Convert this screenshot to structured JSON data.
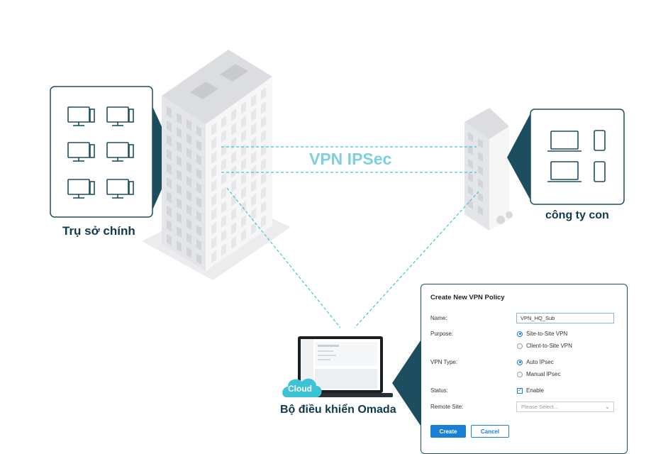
{
  "labels": {
    "headquarters": "Trụ sở chính",
    "branch": "công ty con",
    "controller": "Bộ điều khiển Omada",
    "vpn": "VPN IPSec",
    "cloud": "Cloud"
  },
  "dialog": {
    "title": "Create New VPN Policy",
    "name_label": "Name:",
    "name_value": "VPN_HQ_Sub",
    "purpose_label": "Purpose:",
    "purpose_options": [
      "Site-to-Site VPN",
      "Client-to-Site VPN"
    ],
    "purpose_selected": "Site-to-Site VPN",
    "vpn_type_label": "VPN Type:",
    "vpn_type_options": [
      "Auto IPsec",
      "Manual IPsec"
    ],
    "vpn_type_selected": "Auto IPsec",
    "status_label": "Status:",
    "status_option": "Enable",
    "status_checked": true,
    "remote_site_label": "Remote Site:",
    "remote_site_placeholder": "Please Select...",
    "create_label": "Create",
    "cancel_label": "Cancel"
  },
  "colors": {
    "dark_teal": "#1d4e5f",
    "accent_cyan": "#3cc3d6",
    "vpn_text": "#7fd0dc",
    "button_blue": "#1a7fd6"
  },
  "icons": {
    "hq_devices": "desktop-monitor-icon",
    "branch_devices": [
      "laptop-icon",
      "smartphone-icon"
    ],
    "controller": "laptop-icon",
    "cloud": "cloud-icon"
  }
}
